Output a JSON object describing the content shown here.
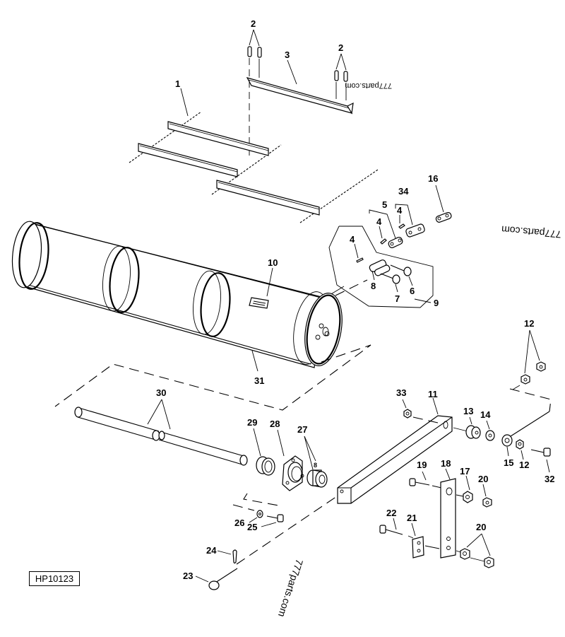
{
  "figure": {
    "id": "HP10123",
    "watermarks": [
      "777parts.com",
      "777parts.com",
      "777parts.com"
    ]
  },
  "callouts": [
    {
      "num": "1",
      "part": "conveyor-chain-with-slats"
    },
    {
      "num": "2",
      "part": "carriage-bolt"
    },
    {
      "num": "3",
      "part": "slat"
    },
    {
      "num": "4",
      "part": "cotter-pin"
    },
    {
      "num": "5",
      "part": "connector-link"
    },
    {
      "num": "6",
      "part": "pin"
    },
    {
      "num": "7",
      "part": "pin"
    },
    {
      "num": "8",
      "part": "side-plate"
    },
    {
      "num": "9",
      "part": "chain-link-kit"
    },
    {
      "num": "10",
      "part": "decal"
    },
    {
      "num": "11",
      "part": "arm"
    },
    {
      "num": "12",
      "part": "lock-nut"
    },
    {
      "num": "13",
      "part": "bushing"
    },
    {
      "num": "14",
      "part": "washer"
    },
    {
      "num": "15",
      "part": "eye-bolt"
    },
    {
      "num": "16",
      "part": "chain-link"
    },
    {
      "num": "17",
      "part": "nut"
    },
    {
      "num": "18",
      "part": "plate"
    },
    {
      "num": "19",
      "part": "bolt"
    },
    {
      "num": "20",
      "part": "lock-nut"
    },
    {
      "num": "21",
      "part": "bracket"
    },
    {
      "num": "22",
      "part": "bolt"
    },
    {
      "num": "23",
      "part": "pin"
    },
    {
      "num": "24",
      "part": "cotter-pin"
    },
    {
      "num": "25",
      "part": "bolt"
    },
    {
      "num": "26",
      "part": "washer"
    },
    {
      "num": "27",
      "part": "collar"
    },
    {
      "num": "28",
      "part": "flange-bearing-housing"
    },
    {
      "num": "29",
      "part": "bearing"
    },
    {
      "num": "30",
      "part": "shaft"
    },
    {
      "num": "31",
      "part": "roller"
    },
    {
      "num": "32",
      "part": "cap-screw"
    },
    {
      "num": "33",
      "part": "lock-nut"
    },
    {
      "num": "34",
      "part": "offset-link"
    }
  ],
  "labels": {
    "c1": "1",
    "c2a": "2",
    "c2b": "2",
    "c3": "3",
    "c4a": "4",
    "c4b": "4",
    "c4c": "4",
    "c5": "5",
    "c6": "6",
    "c7": "7",
    "c8": "8",
    "c9": "9",
    "c10": "10",
    "c11": "11",
    "c12a": "12",
    "c12b": "12",
    "c13": "13",
    "c14": "14",
    "c15": "15",
    "c16": "16",
    "c17": "17",
    "c18": "18",
    "c19": "19",
    "c20a": "20",
    "c20b": "20",
    "c21": "21",
    "c22": "22",
    "c23": "23",
    "c24": "24",
    "c25": "25",
    "c26": "26",
    "c27": "27",
    "c27s": "8",
    "c28": "28",
    "c29": "29",
    "c30": "30",
    "c31": "31",
    "c32": "32",
    "c33": "33",
    "c34": "34"
  }
}
